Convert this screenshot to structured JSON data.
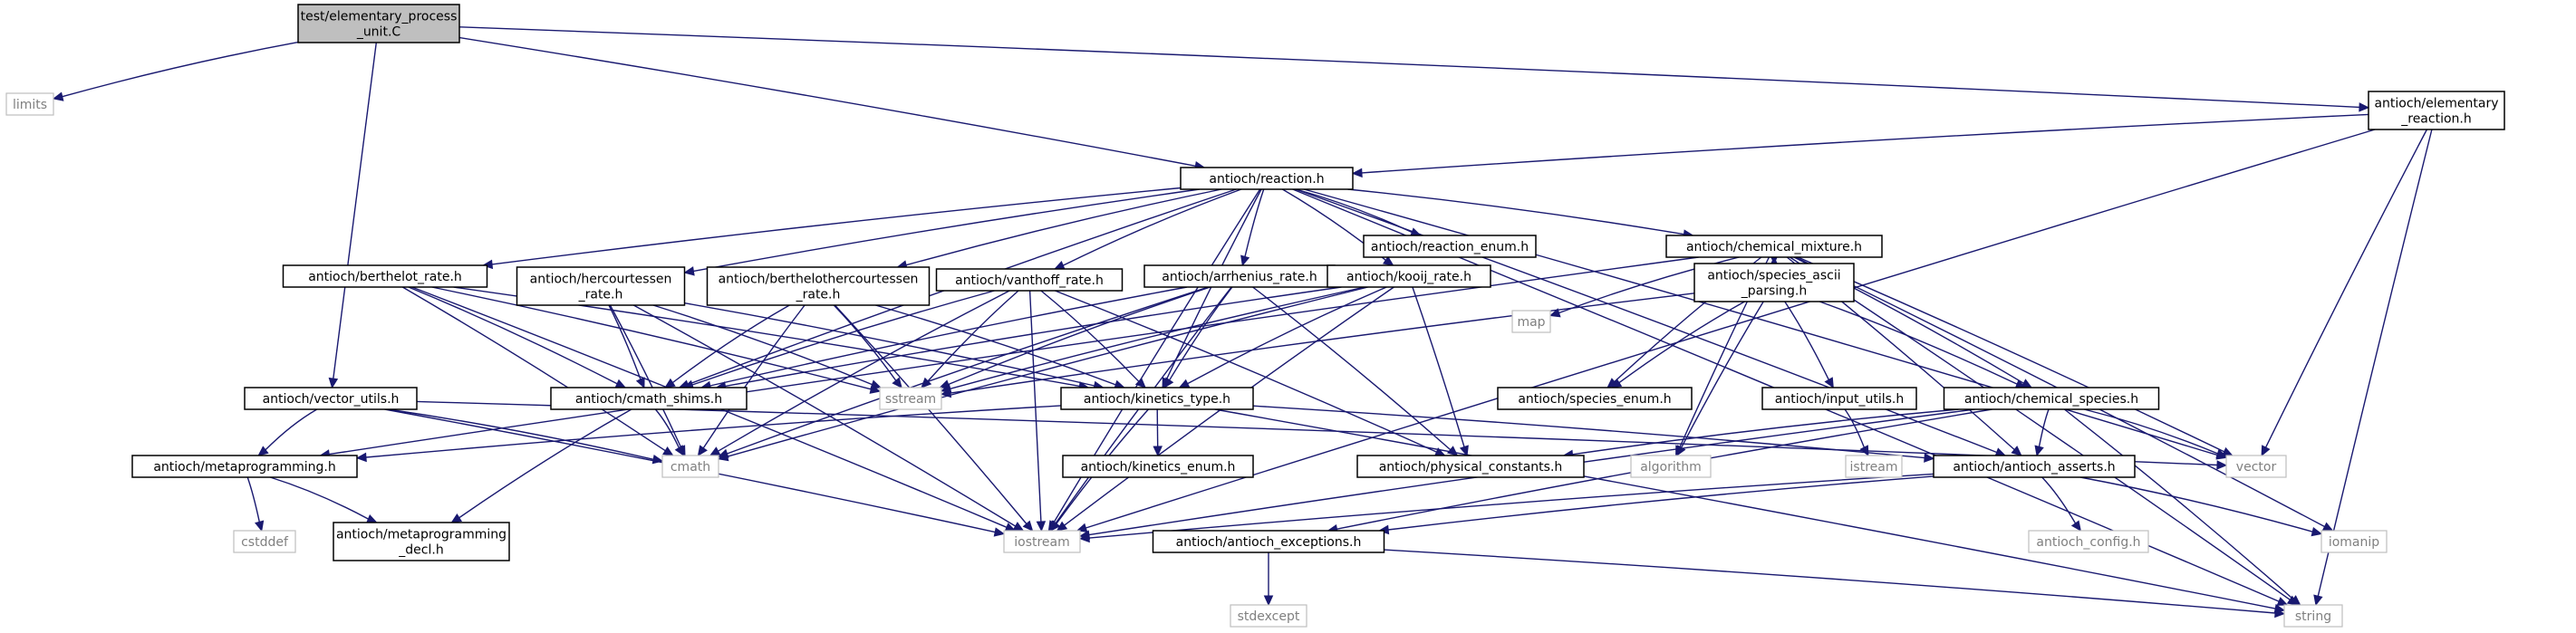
{
  "colors": {
    "edge": "#191970",
    "root_fill": "#bfbfbf",
    "node_border": "#000000",
    "system_border": "#bfbfbf",
    "system_text": "#808080"
  },
  "nodes": [
    {
      "id": "root",
      "label": [
        "test/elementary_process",
        "_unit.C"
      ],
      "kind": "root"
    },
    {
      "id": "limits",
      "label": [
        "limits"
      ],
      "kind": "system"
    },
    {
      "id": "elementary_reaction",
      "label": [
        "antioch/elementary",
        "_reaction.h"
      ],
      "kind": "header"
    },
    {
      "id": "reaction",
      "label": [
        "antioch/reaction.h"
      ],
      "kind": "header"
    },
    {
      "id": "reaction_enum",
      "label": [
        "antioch/reaction_enum.h"
      ],
      "kind": "header"
    },
    {
      "id": "chemical_mixture",
      "label": [
        "antioch/chemical_mixture.h"
      ],
      "kind": "header"
    },
    {
      "id": "map",
      "label": [
        "map"
      ],
      "kind": "system"
    },
    {
      "id": "species_ascii_parsing",
      "label": [
        "antioch/species_ascii",
        "_parsing.h"
      ],
      "kind": "header"
    },
    {
      "id": "berthelot_rate",
      "label": [
        "antioch/berthelot_rate.h"
      ],
      "kind": "header"
    },
    {
      "id": "hercourtessen_rate",
      "label": [
        "antioch/hercourtessen",
        "_rate.h"
      ],
      "kind": "header"
    },
    {
      "id": "berthelothercourtessen_rate",
      "label": [
        "antioch/berthelothercourtessen",
        "_rate.h"
      ],
      "kind": "header"
    },
    {
      "id": "vanthoff_rate",
      "label": [
        "antioch/vanthoff_rate.h"
      ],
      "kind": "header"
    },
    {
      "id": "arrhenius_rate",
      "label": [
        "antioch/arrhenius_rate.h"
      ],
      "kind": "header"
    },
    {
      "id": "kooij_rate",
      "label": [
        "antioch/kooij_rate.h"
      ],
      "kind": "header"
    },
    {
      "id": "vector_utils",
      "label": [
        "antioch/vector_utils.h"
      ],
      "kind": "header"
    },
    {
      "id": "cmath_shims",
      "label": [
        "antioch/cmath_shims.h"
      ],
      "kind": "header"
    },
    {
      "id": "sstream",
      "label": [
        "sstream"
      ],
      "kind": "system"
    },
    {
      "id": "kinetics_type",
      "label": [
        "antioch/kinetics_type.h"
      ],
      "kind": "header"
    },
    {
      "id": "species_enum",
      "label": [
        "antioch/species_enum.h"
      ],
      "kind": "header"
    },
    {
      "id": "input_utils",
      "label": [
        "antioch/input_utils.h"
      ],
      "kind": "header"
    },
    {
      "id": "chemical_species",
      "label": [
        "antioch/chemical_species.h"
      ],
      "kind": "header"
    },
    {
      "id": "metaprogramming",
      "label": [
        "antioch/metaprogramming.h"
      ],
      "kind": "header"
    },
    {
      "id": "cmath",
      "label": [
        "cmath"
      ],
      "kind": "system"
    },
    {
      "id": "kinetics_enum",
      "label": [
        "antioch/kinetics_enum.h"
      ],
      "kind": "header"
    },
    {
      "id": "algorithm",
      "label": [
        "algorithm"
      ],
      "kind": "system"
    },
    {
      "id": "physical_constants",
      "label": [
        "antioch/physical_constants.h"
      ],
      "kind": "header"
    },
    {
      "id": "istream",
      "label": [
        "istream"
      ],
      "kind": "system"
    },
    {
      "id": "antioch_asserts",
      "label": [
        "antioch/antioch_asserts.h"
      ],
      "kind": "header"
    },
    {
      "id": "vector",
      "label": [
        "vector"
      ],
      "kind": "system"
    },
    {
      "id": "cstddef",
      "label": [
        "cstddef"
      ],
      "kind": "system"
    },
    {
      "id": "metaprogramming_decl",
      "label": [
        "antioch/metaprogramming",
        "_decl.h"
      ],
      "kind": "header"
    },
    {
      "id": "iostream",
      "label": [
        "iostream"
      ],
      "kind": "system"
    },
    {
      "id": "antioch_exceptions",
      "label": [
        "antioch/antioch_exceptions.h"
      ],
      "kind": "header"
    },
    {
      "id": "antioch_config",
      "label": [
        "antioch_config.h"
      ],
      "kind": "system"
    },
    {
      "id": "iomanip",
      "label": [
        "iomanip"
      ],
      "kind": "system"
    },
    {
      "id": "stdexcept",
      "label": [
        "stdexcept"
      ],
      "kind": "system"
    },
    {
      "id": "string",
      "label": [
        "string"
      ],
      "kind": "system"
    }
  ],
  "edges": [
    [
      "root",
      "limits"
    ],
    [
      "root",
      "vector_utils"
    ],
    [
      "root",
      "reaction"
    ],
    [
      "root",
      "elementary_reaction"
    ],
    [
      "elementary_reaction",
      "reaction"
    ],
    [
      "elementary_reaction",
      "vector"
    ],
    [
      "elementary_reaction",
      "iostream"
    ],
    [
      "elementary_reaction",
      "string"
    ],
    [
      "reaction",
      "reaction_enum"
    ],
    [
      "reaction",
      "chemical_mixture"
    ],
    [
      "reaction",
      "berthelot_rate"
    ],
    [
      "reaction",
      "hercourtessen_rate"
    ],
    [
      "reaction",
      "berthelothercourtessen_rate"
    ],
    [
      "reaction",
      "vanthoff_rate"
    ],
    [
      "reaction",
      "arrhenius_rate"
    ],
    [
      "reaction",
      "kooij_rate"
    ],
    [
      "reaction",
      "cmath_shims"
    ],
    [
      "reaction",
      "kinetics_type"
    ],
    [
      "reaction",
      "antioch_asserts"
    ],
    [
      "reaction",
      "vector"
    ],
    [
      "reaction",
      "string"
    ],
    [
      "reaction",
      "iostream"
    ],
    [
      "chemical_mixture",
      "species_ascii_parsing"
    ],
    [
      "chemical_mixture",
      "map"
    ],
    [
      "chemical_mixture",
      "species_enum"
    ],
    [
      "chemical_mixture",
      "chemical_species"
    ],
    [
      "chemical_mixture",
      "metaprogramming"
    ],
    [
      "chemical_mixture",
      "algorithm"
    ],
    [
      "chemical_mixture",
      "antioch_asserts"
    ],
    [
      "chemical_mixture",
      "vector"
    ],
    [
      "chemical_mixture",
      "string"
    ],
    [
      "chemical_mixture",
      "iomanip"
    ],
    [
      "species_ascii_parsing",
      "chemical_mixture"
    ],
    [
      "species_ascii_parsing",
      "species_enum"
    ],
    [
      "species_ascii_parsing",
      "input_utils"
    ],
    [
      "species_ascii_parsing",
      "chemical_species"
    ],
    [
      "species_ascii_parsing",
      "sstream"
    ],
    [
      "species_ascii_parsing",
      "algorithm"
    ],
    [
      "berthelot_rate",
      "cmath_shims"
    ],
    [
      "berthelot_rate",
      "kinetics_type"
    ],
    [
      "berthelot_rate",
      "sstream"
    ],
    [
      "berthelot_rate",
      "cmath"
    ],
    [
      "berthelot_rate",
      "iostream"
    ],
    [
      "hercourtessen_rate",
      "cmath_shims"
    ],
    [
      "hercourtessen_rate",
      "kinetics_type"
    ],
    [
      "hercourtessen_rate",
      "sstream"
    ],
    [
      "hercourtessen_rate",
      "cmath"
    ],
    [
      "hercourtessen_rate",
      "iostream"
    ],
    [
      "berthelothercourtessen_rate",
      "cmath_shims"
    ],
    [
      "berthelothercourtessen_rate",
      "kinetics_type"
    ],
    [
      "berthelothercourtessen_rate",
      "sstream"
    ],
    [
      "berthelothercourtessen_rate",
      "cmath"
    ],
    [
      "berthelothercourtessen_rate",
      "iostream"
    ],
    [
      "vanthoff_rate",
      "cmath_shims"
    ],
    [
      "vanthoff_rate",
      "kinetics_type"
    ],
    [
      "vanthoff_rate",
      "sstream"
    ],
    [
      "vanthoff_rate",
      "cmath"
    ],
    [
      "vanthoff_rate",
      "iostream"
    ],
    [
      "vanthoff_rate",
      "physical_constants"
    ],
    [
      "arrhenius_rate",
      "cmath_shims"
    ],
    [
      "arrhenius_rate",
      "kinetics_type"
    ],
    [
      "arrhenius_rate",
      "sstream"
    ],
    [
      "arrhenius_rate",
      "cmath"
    ],
    [
      "arrhenius_rate",
      "iostream"
    ],
    [
      "arrhenius_rate",
      "physical_constants"
    ],
    [
      "kooij_rate",
      "cmath_shims"
    ],
    [
      "kooij_rate",
      "kinetics_type"
    ],
    [
      "kooij_rate",
      "sstream"
    ],
    [
      "kooij_rate",
      "cmath"
    ],
    [
      "kooij_rate",
      "iostream"
    ],
    [
      "kooij_rate",
      "physical_constants"
    ],
    [
      "vector_utils",
      "metaprogramming"
    ],
    [
      "vector_utils",
      "cmath"
    ],
    [
      "vector_utils",
      "vector"
    ],
    [
      "vector_utils",
      "iostream"
    ],
    [
      "cmath_shims",
      "cmath"
    ],
    [
      "cmath_shims",
      "metaprogramming_decl"
    ],
    [
      "kinetics_type",
      "kinetics_enum"
    ],
    [
      "kinetics_type",
      "metaprogramming"
    ],
    [
      "kinetics_type",
      "antioch_asserts"
    ],
    [
      "kinetics_type",
      "iostream"
    ],
    [
      "kinetics_type",
      "string"
    ],
    [
      "input_utils",
      "istream"
    ],
    [
      "chemical_species",
      "antioch_asserts"
    ],
    [
      "chemical_species",
      "physical_constants"
    ],
    [
      "chemical_species",
      "vector"
    ],
    [
      "chemical_species",
      "string"
    ],
    [
      "chemical_species",
      "iostream"
    ],
    [
      "chemical_species",
      "antioch_exceptions"
    ],
    [
      "metaprogramming",
      "metaprogramming_decl"
    ],
    [
      "metaprogramming",
      "cstddef"
    ],
    [
      "antioch_asserts",
      "antioch_config"
    ],
    [
      "antioch_asserts",
      "iostream"
    ],
    [
      "antioch_asserts",
      "antioch_exceptions"
    ],
    [
      "antioch_asserts",
      "iomanip"
    ],
    [
      "antioch_exceptions",
      "stdexcept"
    ],
    [
      "antioch_exceptions",
      "string"
    ]
  ]
}
